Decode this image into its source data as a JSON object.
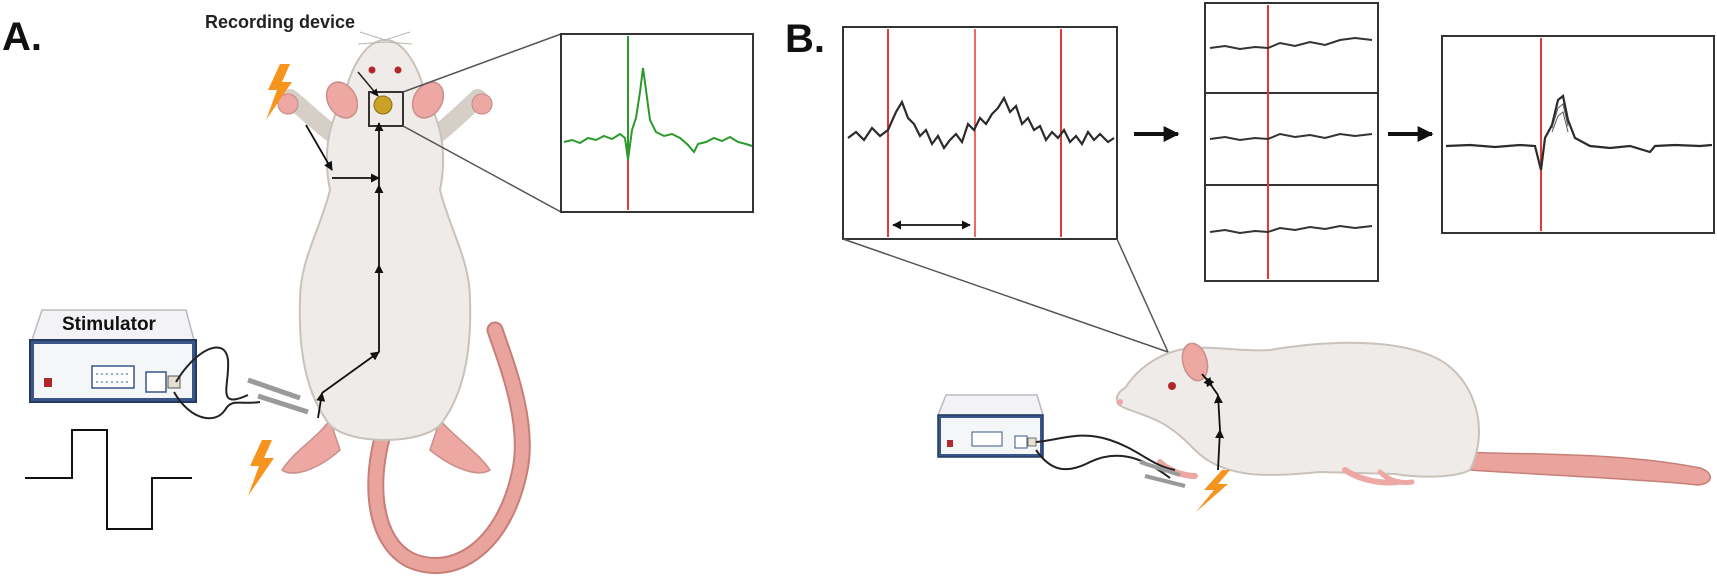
{
  "panel_a": {
    "label": "A.",
    "recording_device_label": "Recording device",
    "stimulator_label": "Stimulator"
  },
  "panel_b": {
    "label": "B."
  },
  "colors": {
    "rat_body": "#eeebe8",
    "rat_outline": "#c9c2bb",
    "rat_skin": "#eda8a3",
    "tail": "#e49b94",
    "eye": "#b2272d",
    "trace_green": "#2b9a2b",
    "trace_black": "#2b2b2b",
    "stim_marker": "#e53935",
    "lightning": "#f7941d",
    "device_blue": "#2f4a7a",
    "recording_device": "#c9a227"
  },
  "icons": {
    "stimulation": "lightning-bolt-icon",
    "flow": "arrow-icon"
  }
}
